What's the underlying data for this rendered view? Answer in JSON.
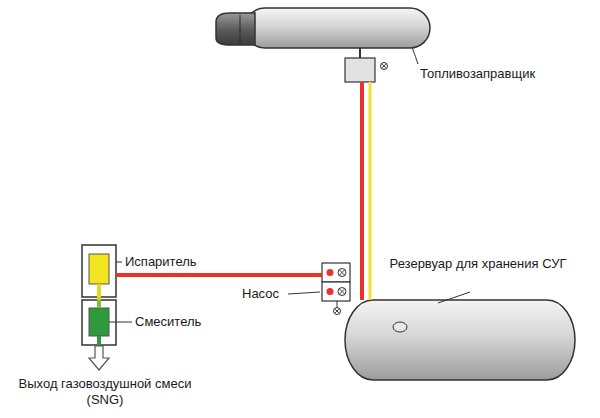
{
  "diagram": {
    "nodes": [
      {
        "text": [
          "Топливозаправщик"
        ]
      },
      {
        "text": [
          "Насос"
        ]
      },
      {
        "text": [
          "Резервуар для хранения СУГ"
        ]
      },
      {
        "text": [
          "Испаритель"
        ]
      },
      {
        "text": [
          "Смеситель"
        ]
      }
    ],
    "edges": [
      {
        "from": 0,
        "to": 2,
        "arrow": "none"
      },
      {
        "from": 0,
        "to": 2,
        "arrow": "none"
      },
      {
        "from": 1,
        "to": 3,
        "arrow": "none"
      },
      {
        "from": 3,
        "to": 4,
        "arrow": "none"
      }
    ],
    "labels": [
      "Выход газовоздушной смеси (SNG)"
    ]
  }
}
